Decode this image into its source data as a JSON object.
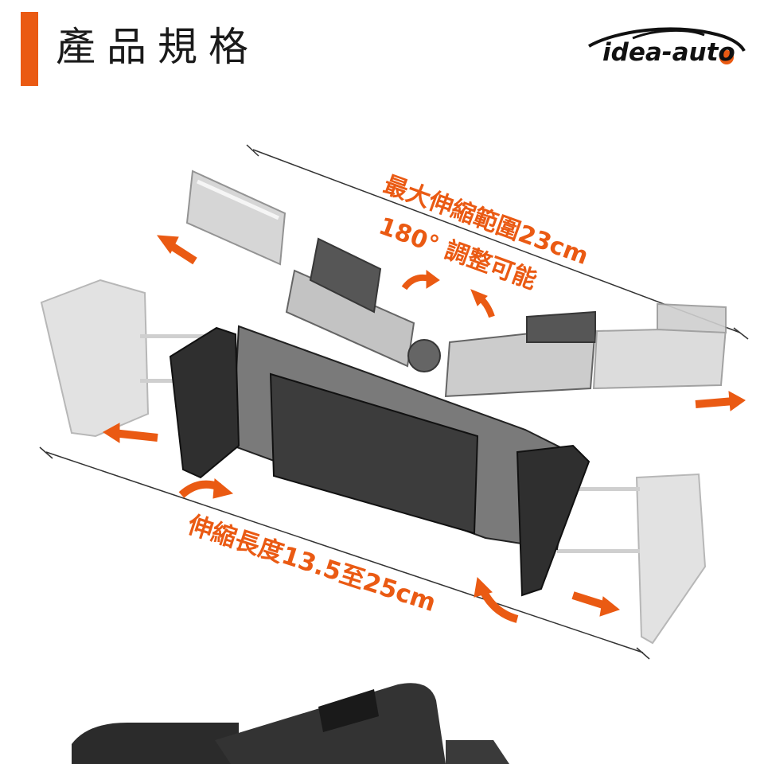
{
  "header": {
    "title": "產品規格",
    "accent_color": "#ea5a13"
  },
  "logo": {
    "text": "idea-auto",
    "icon": "car-silhouette-icon"
  },
  "callouts": {
    "max_extension": "最大伸縮範圍23cm",
    "rotation": "180° 調整可能",
    "extension_length": "伸縮長度13.5至25cm"
  },
  "colors": {
    "accent": "#ea5a13",
    "dark_plastic": "#3a3a3a",
    "ghost_gray": "#b8b8b8"
  }
}
